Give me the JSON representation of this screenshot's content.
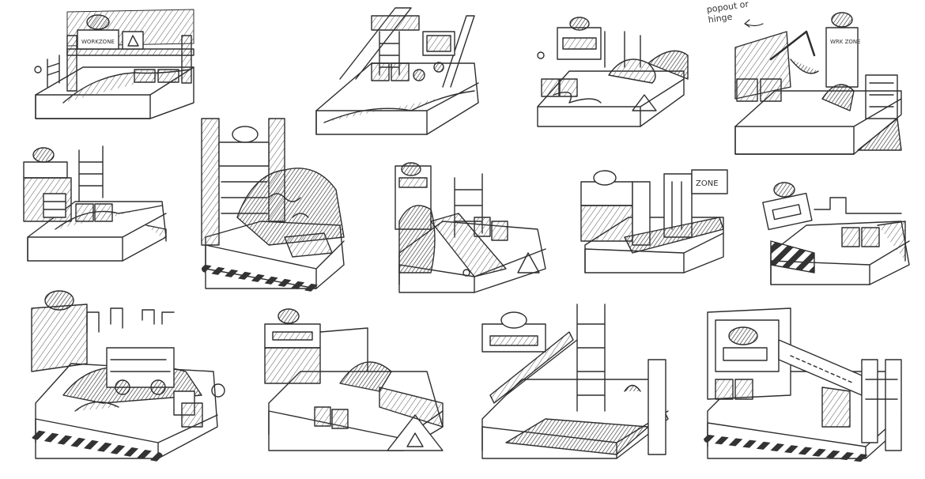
{
  "sheet": {
    "medium": "pencil sketch",
    "ink_color": "#2e2e2e",
    "paper_color": "#ffffff"
  },
  "labels": {
    "sign_workzone": "WORKZONE",
    "sign_work_zone": "WRK ZONE",
    "sign_zone": "ZONE",
    "note_line1": "popout or",
    "note_line2": "hinge"
  },
  "sketches": [
    {
      "row": 1,
      "col": 1,
      "subject": "sign-gantry-road-diorama"
    },
    {
      "row": 1,
      "col": 2,
      "subject": "ramp-dumptruck-diorama"
    },
    {
      "row": 1,
      "col": 3,
      "subject": "boulders-river-diorama"
    },
    {
      "row": 1,
      "col": 4,
      "subject": "excavator-diorama"
    },
    {
      "row": 2,
      "col": 1,
      "subject": "building-ladder-diorama"
    },
    {
      "row": 2,
      "col": 2,
      "subject": "tall-arch-rocks-diorama"
    },
    {
      "row": 2,
      "col": 3,
      "subject": "ladder-slide-diorama"
    },
    {
      "row": 2,
      "col": 4,
      "subject": "city-bridge-diorama"
    },
    {
      "row": 2,
      "col": 5,
      "subject": "small-sign-diorama"
    },
    {
      "row": 3,
      "col": 1,
      "subject": "skyline-truck-diorama"
    },
    {
      "row": 3,
      "col": 2,
      "subject": "signboard-mound-diorama"
    },
    {
      "row": 3,
      "col": 3,
      "subject": "crane-tower-diorama"
    },
    {
      "row": 3,
      "col": 4,
      "subject": "bridge-towers-diorama"
    }
  ]
}
